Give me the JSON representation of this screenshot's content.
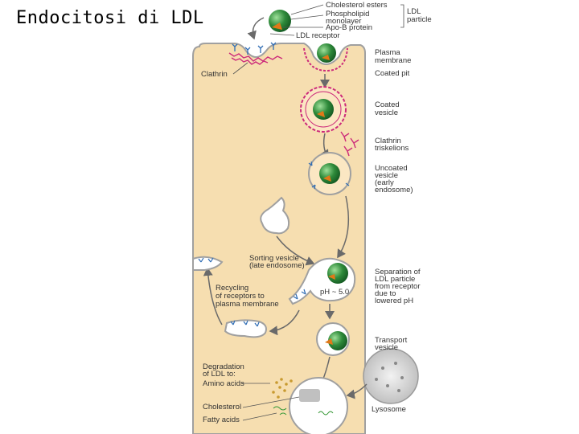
{
  "slide": {
    "title": "Endocitosi di LDL"
  },
  "labels": {
    "cholesterol_esters": "Cholesterol esters",
    "phospholipid_1": "Phospholipid",
    "phospholipid_2": "monolayer",
    "apo_b": "Apo-B protein",
    "ldl_particle_1": "LDL",
    "ldl_particle_2": "particle",
    "ldl_receptor": "LDL receptor",
    "plasma_membrane_1": "Plasma",
    "plasma_membrane_2": "membrane",
    "clathrin": "Clathrin",
    "coated_pit": "Coated pit",
    "coated_vesicle_1": "Coated",
    "coated_vesicle_2": "vesicle",
    "clathrin_triskelions_1": "Clathrin",
    "clathrin_triskelions_2": "triskelions",
    "uncoated_vesicle_1": "Uncoated",
    "uncoated_vesicle_2": "vesicle",
    "uncoated_vesicle_3": "(early",
    "uncoated_vesicle_4": "endosome)",
    "sorting_vesicle_1": "Sorting vesicle",
    "sorting_vesicle_2": "(late endosome)",
    "separation_1": "Separation of",
    "separation_2": "LDL particle",
    "separation_3": "from receptor",
    "separation_4": "due to",
    "separation_5": "lowered pH",
    "ph": "pH ~ 5.0",
    "recycling_1": "Recycling",
    "recycling_2": "of receptors to",
    "recycling_3": "plasma membrane",
    "transport_vesicle_1": "Transport",
    "transport_vesicle_2": "vesicle",
    "degradation_1": "Degradation",
    "degradation_2": "of LDL to:",
    "amino_acids": "Amino acids",
    "cholesterol": "Cholesterol",
    "fatty_acids": "Fatty acids",
    "lysosome": "Lysosome"
  },
  "colors": {
    "cytoplasm": "#f6deb0",
    "membrane": "#a0a0a0",
    "clathrin": "#cc2a7a",
    "receptor": "#2f6db5",
    "ldl_core": "#2e8a3a",
    "apo_b": "#e07818"
  }
}
